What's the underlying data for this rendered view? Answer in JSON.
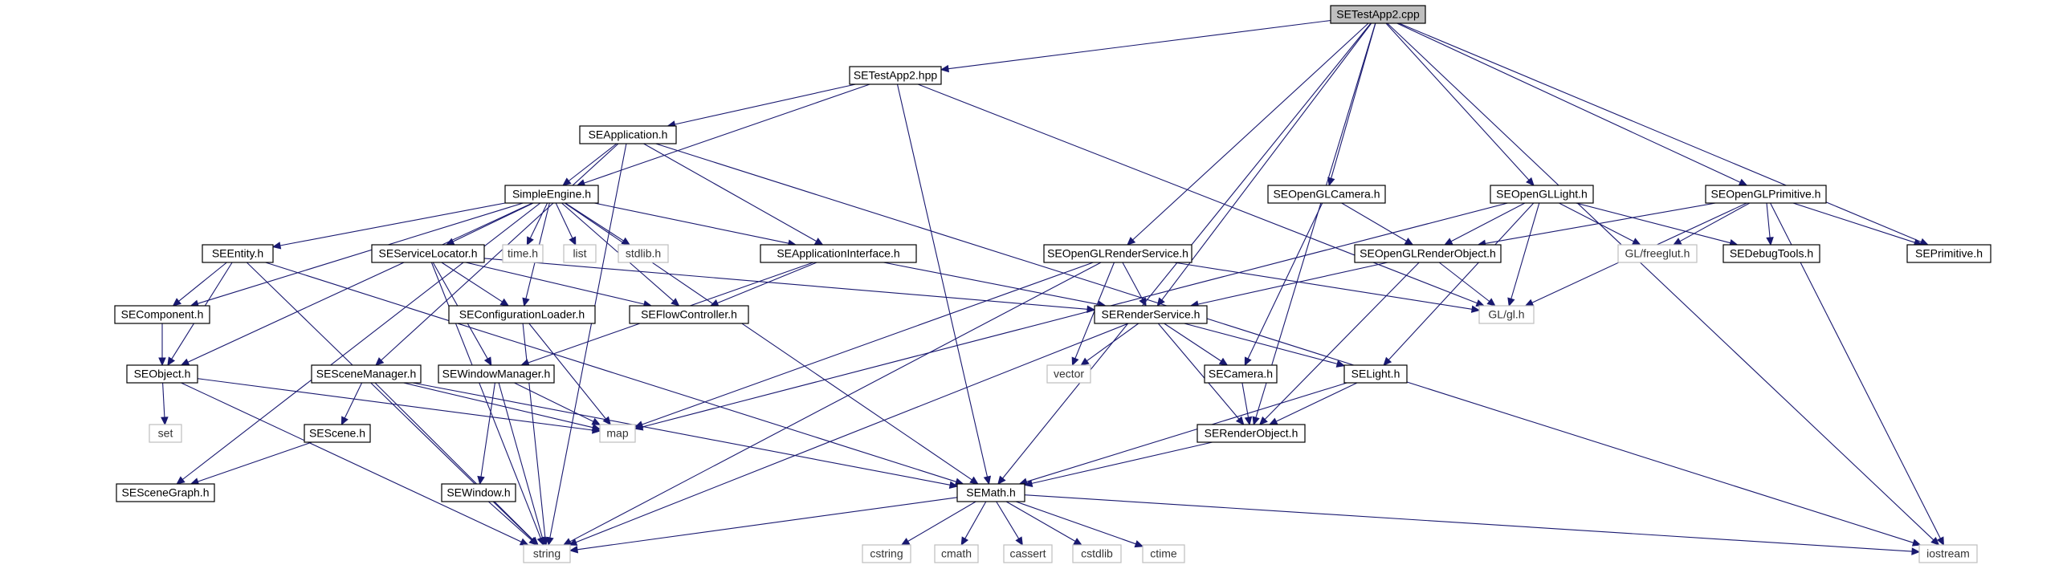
{
  "diagram": {
    "nodes": [
      {
        "id": "SETestApp2.cpp",
        "label": "SETestApp2.cpp",
        "kind": "root"
      },
      {
        "id": "SETestApp2.hpp",
        "label": "SETestApp2.hpp",
        "kind": "file"
      },
      {
        "id": "SEApplication.h",
        "label": "SEApplication.h",
        "kind": "file"
      },
      {
        "id": "SimpleEngine.h",
        "label": "SimpleEngine.h",
        "kind": "file"
      },
      {
        "id": "SEEntity.h",
        "label": "SEEntity.h",
        "kind": "file"
      },
      {
        "id": "SEComponent.h",
        "label": "SEComponent.h",
        "kind": "file"
      },
      {
        "id": "SEObject.h",
        "label": "SEObject.h",
        "kind": "file"
      },
      {
        "id": "set",
        "label": "set",
        "kind": "ext"
      },
      {
        "id": "SEServiceLocator.h",
        "label": "SEServiceLocator.h",
        "kind": "file"
      },
      {
        "id": "SEConfigurationLoader.h",
        "label": "SEConfigurationLoader.h",
        "kind": "file"
      },
      {
        "id": "SEWindowManager.h",
        "label": "SEWindowManager.h",
        "kind": "file"
      },
      {
        "id": "SEWindow.h",
        "label": "SEWindow.h",
        "kind": "file"
      },
      {
        "id": "SESceneManager.h",
        "label": "SESceneManager.h",
        "kind": "file"
      },
      {
        "id": "SEScene.h",
        "label": "SEScene.h",
        "kind": "file"
      },
      {
        "id": "SESceneGraph.h",
        "label": "SESceneGraph.h",
        "kind": "file"
      },
      {
        "id": "time.h",
        "label": "time.h",
        "kind": "ext"
      },
      {
        "id": "list",
        "label": "list",
        "kind": "ext"
      },
      {
        "id": "stdlib.h",
        "label": "stdlib.h",
        "kind": "ext"
      },
      {
        "id": "SEApplicationInterface.h",
        "label": "SEApplicationInterface.h",
        "kind": "file"
      },
      {
        "id": "SEFlowController.h",
        "label": "SEFlowController.h",
        "kind": "file"
      },
      {
        "id": "map",
        "label": "map",
        "kind": "ext"
      },
      {
        "id": "string",
        "label": "string",
        "kind": "ext"
      },
      {
        "id": "SEMath.h",
        "label": "SEMath.h",
        "kind": "file"
      },
      {
        "id": "cstring",
        "label": "cstring",
        "kind": "ext"
      },
      {
        "id": "cmath",
        "label": "cmath",
        "kind": "ext"
      },
      {
        "id": "cassert",
        "label": "cassert",
        "kind": "ext"
      },
      {
        "id": "cstdlib",
        "label": "cstdlib",
        "kind": "ext"
      },
      {
        "id": "ctime",
        "label": "ctime",
        "kind": "ext"
      },
      {
        "id": "SEOpenGLRenderService.h",
        "label": "SEOpenGLRenderService.h",
        "kind": "file"
      },
      {
        "id": "SERenderService.h",
        "label": "SERenderService.h",
        "kind": "file"
      },
      {
        "id": "vector",
        "label": "vector",
        "kind": "ext"
      },
      {
        "id": "SECamera.h",
        "label": "SECamera.h",
        "kind": "file"
      },
      {
        "id": "SERenderObject.h",
        "label": "SERenderObject.h",
        "kind": "file"
      },
      {
        "id": "SELight.h",
        "label": "SELight.h",
        "kind": "file"
      },
      {
        "id": "SEOpenGLCamera.h",
        "label": "SEOpenGLCamera.h",
        "kind": "file"
      },
      {
        "id": "SEOpenGLRenderObject.h",
        "label": "SEOpenGLRenderObject.h",
        "kind": "file"
      },
      {
        "id": "SEOpenGLLight.h",
        "label": "SEOpenGLLight.h",
        "kind": "file"
      },
      {
        "id": "GL/gl.h",
        "label": "GL/gl.h",
        "kind": "ext"
      },
      {
        "id": "GL/freeglut.h",
        "label": "GL/freeglut.h",
        "kind": "ext"
      },
      {
        "id": "SEOpenGLPrimitive.h",
        "label": "SEOpenGLPrimitive.h",
        "kind": "file"
      },
      {
        "id": "SEDebugTools.h",
        "label": "SEDebugTools.h",
        "kind": "file"
      },
      {
        "id": "SEPrimitive.h",
        "label": "SEPrimitive.h",
        "kind": "file"
      },
      {
        "id": "iostream",
        "label": "iostream",
        "kind": "ext"
      }
    ],
    "edges": [
      [
        "SETestApp2.cpp",
        "SETestApp2.hpp"
      ],
      [
        "SETestApp2.cpp",
        "SEMath.h"
      ],
      [
        "SETestApp2.cpp",
        "SEOpenGLRenderService.h"
      ],
      [
        "SETestApp2.cpp",
        "SERenderService.h"
      ],
      [
        "SETestApp2.cpp",
        "SEOpenGLCamera.h"
      ],
      [
        "SETestApp2.cpp",
        "SERenderObject.h"
      ],
      [
        "SETestApp2.cpp",
        "SEOpenGLLight.h"
      ],
      [
        "SETestApp2.cpp",
        "SEOpenGLPrimitive.h"
      ],
      [
        "SETestApp2.cpp",
        "SEPrimitive.h"
      ],
      [
        "SETestApp2.cpp",
        "iostream"
      ],
      [
        "SETestApp2.hpp",
        "SEApplication.h"
      ],
      [
        "SETestApp2.hpp",
        "SimpleEngine.h"
      ],
      [
        "SETestApp2.hpp",
        "SEMath.h"
      ],
      [
        "SETestApp2.hpp",
        "GL/gl.h"
      ],
      [
        "SEApplication.h",
        "SimpleEngine.h"
      ],
      [
        "SEApplication.h",
        "SESceneManager.h"
      ],
      [
        "SEApplication.h",
        "SEApplicationInterface.h"
      ],
      [
        "SEApplication.h",
        "string"
      ],
      [
        "SEApplication.h",
        "iostream"
      ],
      [
        "SimpleEngine.h",
        "SEEntity.h"
      ],
      [
        "SimpleEngine.h",
        "SEComponent.h"
      ],
      [
        "SimpleEngine.h",
        "SEObject.h"
      ],
      [
        "SimpleEngine.h",
        "SEServiceLocator.h"
      ],
      [
        "SimpleEngine.h",
        "SEConfigurationLoader.h"
      ],
      [
        "SimpleEngine.h",
        "SESceneGraph.h"
      ],
      [
        "SimpleEngine.h",
        "time.h"
      ],
      [
        "SimpleEngine.h",
        "list"
      ],
      [
        "SimpleEngine.h",
        "stdlib.h"
      ],
      [
        "SimpleEngine.h",
        "SEApplicationInterface.h"
      ],
      [
        "SimpleEngine.h",
        "SEFlowController.h"
      ],
      [
        "SimpleEngine.h",
        "SEMath.h"
      ],
      [
        "SEEntity.h",
        "SEComponent.h"
      ],
      [
        "SEEntity.h",
        "SEObject.h"
      ],
      [
        "SEEntity.h",
        "string"
      ],
      [
        "SEEntity.h",
        "SEMath.h"
      ],
      [
        "SEComponent.h",
        "SEObject.h"
      ],
      [
        "SEObject.h",
        "set"
      ],
      [
        "SEObject.h",
        "map"
      ],
      [
        "SEObject.h",
        "string"
      ],
      [
        "SEServiceLocator.h",
        "SEConfigurationLoader.h"
      ],
      [
        "SEServiceLocator.h",
        "SEWindowManager.h"
      ],
      [
        "SEServiceLocator.h",
        "SEFlowController.h"
      ],
      [
        "SEServiceLocator.h",
        "SERenderService.h"
      ],
      [
        "SEServiceLocator.h",
        "string"
      ],
      [
        "SEConfigurationLoader.h",
        "map"
      ],
      [
        "SEConfigurationLoader.h",
        "string"
      ],
      [
        "SEApplicationInterface.h",
        "SEFlowController.h"
      ],
      [
        "SEApplicationInterface.h",
        "SERenderService.h"
      ],
      [
        "SEApplicationInterface.h",
        "SEWindowManager.h"
      ],
      [
        "SEWindowManager.h",
        "map"
      ],
      [
        "SEWindowManager.h",
        "SEWindow.h"
      ],
      [
        "SEWindowManager.h",
        "string"
      ],
      [
        "SEWindow.h",
        "string"
      ],
      [
        "SESceneManager.h",
        "SEScene.h"
      ],
      [
        "SESceneManager.h",
        "map"
      ],
      [
        "SESceneManager.h",
        "string"
      ],
      [
        "SESceneManager.h",
        "SEMath.h"
      ],
      [
        "SEScene.h",
        "SESceneGraph.h"
      ],
      [
        "SEMath.h",
        "string"
      ],
      [
        "SEMath.h",
        "cstring"
      ],
      [
        "SEMath.h",
        "cmath"
      ],
      [
        "SEMath.h",
        "cassert"
      ],
      [
        "SEMath.h",
        "cstdlib"
      ],
      [
        "SEMath.h",
        "ctime"
      ],
      [
        "SEMath.h",
        "iostream"
      ],
      [
        "SEOpenGLRenderService.h",
        "SERenderService.h"
      ],
      [
        "SEOpenGLRenderService.h",
        "vector"
      ],
      [
        "SEOpenGLRenderService.h",
        "map"
      ],
      [
        "SEOpenGLRenderService.h",
        "string"
      ],
      [
        "SEOpenGLRenderService.h",
        "GL/gl.h"
      ],
      [
        "SERenderService.h",
        "vector"
      ],
      [
        "SERenderService.h",
        "SECamera.h"
      ],
      [
        "SERenderService.h",
        "SERenderObject.h"
      ],
      [
        "SERenderService.h",
        "SELight.h"
      ],
      [
        "SERenderService.h",
        "string"
      ],
      [
        "SECamera.h",
        "SERenderObject.h"
      ],
      [
        "SERenderObject.h",
        "SEMath.h"
      ],
      [
        "SELight.h",
        "SERenderObject.h"
      ],
      [
        "SELight.h",
        "SEMath.h"
      ],
      [
        "SEOpenGLCamera.h",
        "SEOpenGLRenderObject.h"
      ],
      [
        "SEOpenGLCamera.h",
        "SECamera.h"
      ],
      [
        "SEOpenGLRenderObject.h",
        "SERenderService.h"
      ],
      [
        "SEOpenGLRenderObject.h",
        "GL/gl.h"
      ],
      [
        "SEOpenGLRenderObject.h",
        "SERenderObject.h"
      ],
      [
        "SEOpenGLLight.h",
        "SEOpenGLRenderObject.h"
      ],
      [
        "SEOpenGLLight.h",
        "GL/gl.h"
      ],
      [
        "SEOpenGLLight.h",
        "GL/freeglut.h"
      ],
      [
        "SEOpenGLLight.h",
        "SEDebugTools.h"
      ],
      [
        "SEOpenGLLight.h",
        "SELight.h"
      ],
      [
        "SEOpenGLLight.h",
        "map"
      ],
      [
        "SEOpenGLPrimitive.h",
        "SEOpenGLRenderObject.h"
      ],
      [
        "SEOpenGLPrimitive.h",
        "GL/freeglut.h"
      ],
      [
        "SEOpenGLPrimitive.h",
        "SEDebugTools.h"
      ],
      [
        "SEOpenGLPrimitive.h",
        "SEPrimitive.h"
      ],
      [
        "SEOpenGLPrimitive.h",
        "GL/gl.h"
      ],
      [
        "SEOpenGLPrimitive.h",
        "iostream"
      ]
    ]
  }
}
